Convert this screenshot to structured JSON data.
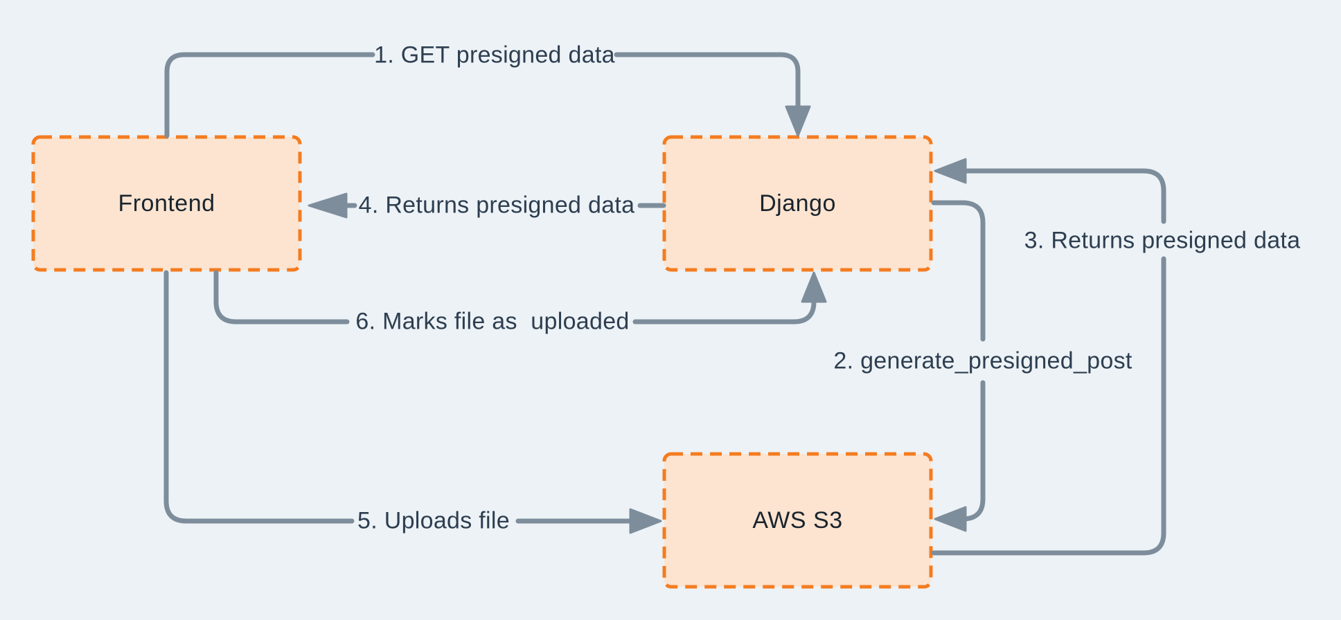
{
  "diagram": {
    "kind": "flow-diagram",
    "colors": {
      "background": "#edf2f6",
      "node_fill": "#fce4d0",
      "node_border": "#f47c20",
      "arrow": "#7d8d9b",
      "edge_label_text": "#2d3e50",
      "node_label_text": "#19242e"
    },
    "nodes": [
      {
        "id": "frontend",
        "label": "Frontend"
      },
      {
        "id": "django",
        "label": "Django"
      },
      {
        "id": "aws-s3",
        "label": "AWS S3"
      }
    ],
    "edges": [
      {
        "step": "1",
        "label": "1. GET presigned data",
        "from": "frontend",
        "to": "django"
      },
      {
        "step": "2",
        "label": "2. generate_presigned_post",
        "from": "django",
        "to": "aws-s3"
      },
      {
        "step": "3",
        "label": "3. Returns presigned data",
        "from": "aws-s3",
        "to": "django"
      },
      {
        "step": "4",
        "label": "4. Returns presigned data",
        "from": "django",
        "to": "frontend"
      },
      {
        "step": "5",
        "label": "5. Uploads file",
        "from": "frontend",
        "to": "aws-s3"
      },
      {
        "step": "6",
        "label": "6. Marks file as  uploaded",
        "from": "frontend",
        "to": "django"
      }
    ]
  }
}
